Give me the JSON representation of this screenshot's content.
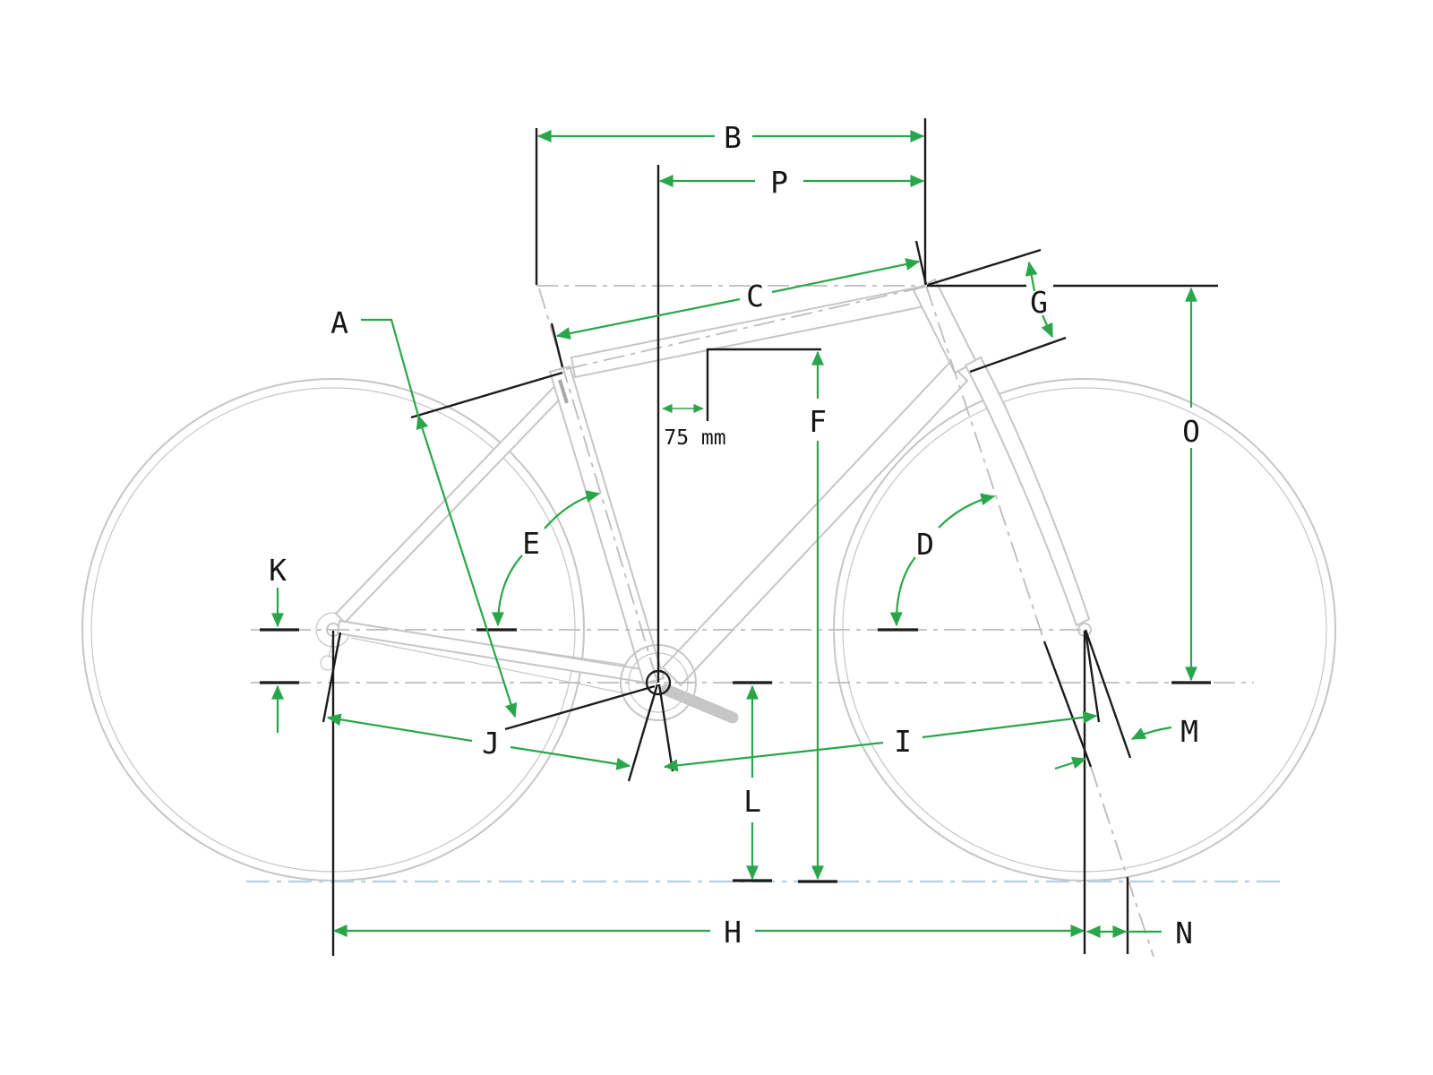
{
  "diagram": {
    "kind": "bicycle-frame-geometry",
    "labels": {
      "A": "A",
      "B": "B",
      "C": "C",
      "D": "D",
      "E": "E",
      "F": "F",
      "G": "G",
      "H": "H",
      "I": "I",
      "J": "J",
      "K": "K",
      "L": "L",
      "M": "M",
      "N": "N",
      "O": "O",
      "P": "P"
    },
    "note": {
      "seat_offset": "75 mm"
    },
    "colors": {
      "accent": "#2aa64a",
      "annotation": "#1c1c1c",
      "frame": "#c6c6c6",
      "dash": "#bdbdbd",
      "ground": "#b9d2de",
      "background": "#ffffff"
    }
  }
}
